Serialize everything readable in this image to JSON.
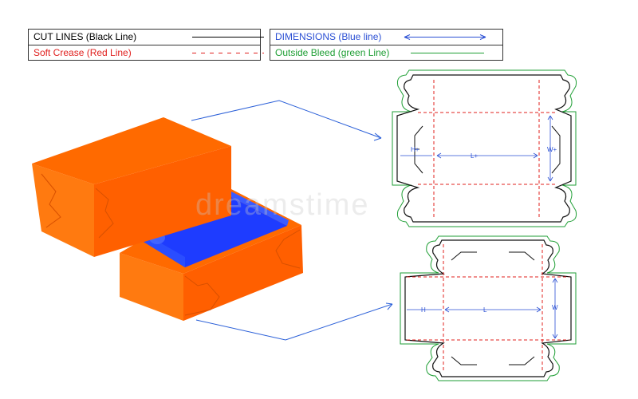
{
  "legend": {
    "cut_lines": {
      "label": "CUT LINES (Black Line)",
      "color": "#000000"
    },
    "soft_crease": {
      "label": "Soft Crease (Red Line)",
      "color": "#e0201e"
    },
    "dimensions": {
      "label": "DIMENSIONS (Blue line)",
      "color": "#2a4fd4"
    },
    "outside_bleed": {
      "label": "Outside Bleed (green Line)",
      "color": "#1e9e34"
    }
  },
  "top_dieline": {
    "height_label": "H+",
    "length_label": "L+",
    "width_label": "W+"
  },
  "bottom_dieline": {
    "height_label": "H",
    "length_label": "L",
    "width_label": "W"
  },
  "colors": {
    "box_orange": "#ff6a00",
    "box_orange_dark": "#ef5a00",
    "box_inner_blue": "#1f3fff",
    "arrow_blue": "#2a5fd8"
  },
  "watermark": "dreamstime"
}
